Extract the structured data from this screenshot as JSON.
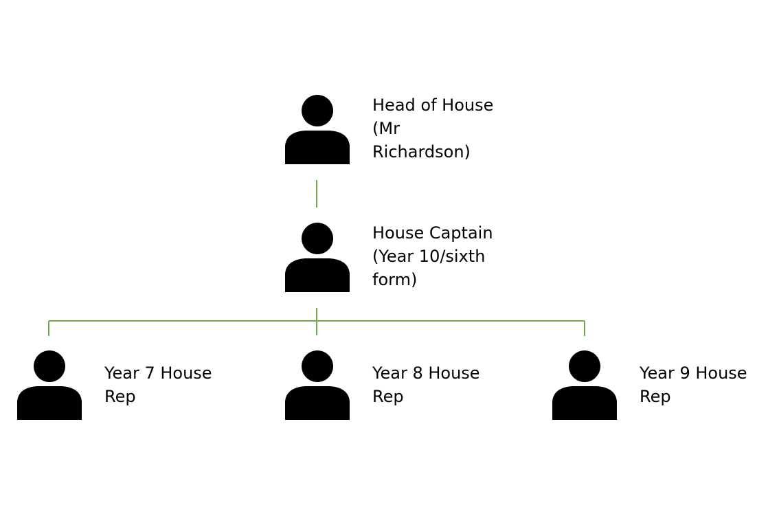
{
  "diagram": {
    "connector_color": "#70ad47",
    "icon": "person-icon",
    "nodes": {
      "head": {
        "lines": [
          "Head of House",
          "(Mr",
          "Richardson)"
        ]
      },
      "captain": {
        "lines": [
          "House Captain",
          "(Year 10/sixth",
          "form)"
        ]
      },
      "year7": {
        "lines": [
          "Year 7 House",
          "Rep"
        ]
      },
      "year8": {
        "lines": [
          "Year 8 House",
          "Rep"
        ]
      },
      "year9": {
        "lines": [
          "Year 9 House",
          "Rep"
        ]
      }
    }
  }
}
